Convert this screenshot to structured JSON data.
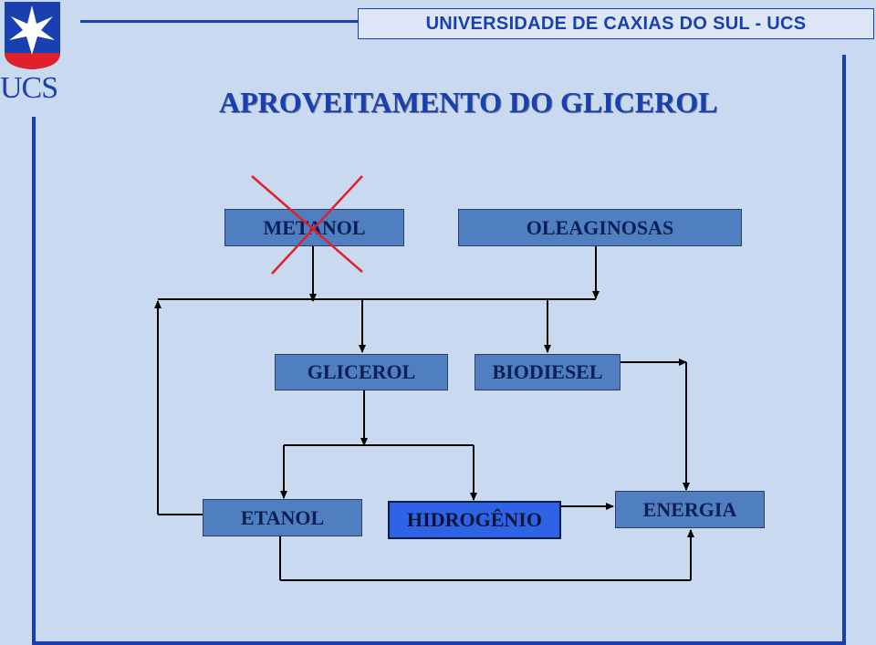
{
  "header": {
    "title": "UNIVERSIDADE DE CAXIAS DO SUL - UCS"
  },
  "logo": {
    "text": "UCS"
  },
  "page": {
    "title": "APROVEITAMENTO DO GLICEROL"
  },
  "nodes": {
    "metanol": "METANOL",
    "oleaginosas": "OLEAGINOSAS",
    "glicerol": "GLICEROL",
    "biodiesel": "BIODIESEL",
    "etanol": "ETANOL",
    "hidrogenio": "HIDROGÊNIO",
    "energia": "ENERGIA"
  },
  "colors": {
    "accent": "#1a3fb0",
    "node_fill": "#4f7fc0",
    "highlight_fill": "#2f63e6",
    "cross": "#e0202a",
    "background": "#c9d9ef"
  },
  "icons": [
    "star-logo-icon",
    "cross-out-icon"
  ]
}
